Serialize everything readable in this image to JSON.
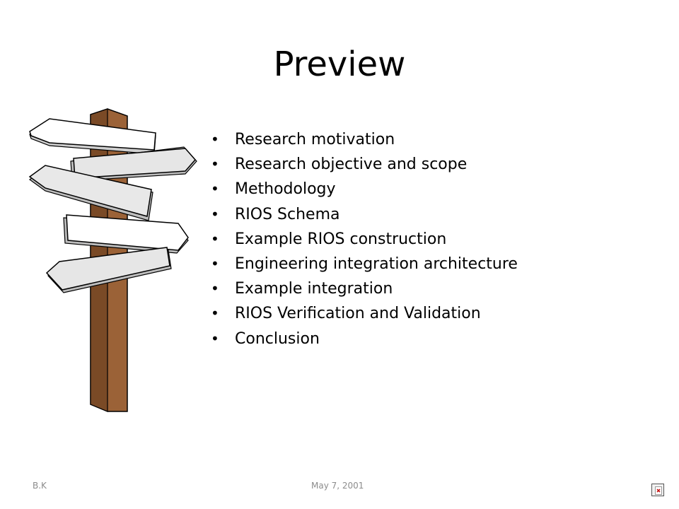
{
  "slide": {
    "title": "Preview",
    "bullets": [
      "Research motivation",
      "Research objective and scope",
      "Methodology",
      "RIOS Schema",
      "Example RIOS construction",
      "Engineering integration architecture",
      "Example integration",
      "RIOS Verification and Validation",
      "Conclusion"
    ],
    "bullet_glyph": "•"
  },
  "footer": {
    "left": "B.K",
    "center": "May 7, 2001"
  },
  "colors": {
    "post": "#9b6237",
    "sign": "#e8e8e8",
    "footer_text": "#8c8c8c",
    "accent_x": "#c00000"
  },
  "icons": {
    "signpost": "signpost-icon",
    "corner": "close-icon"
  }
}
